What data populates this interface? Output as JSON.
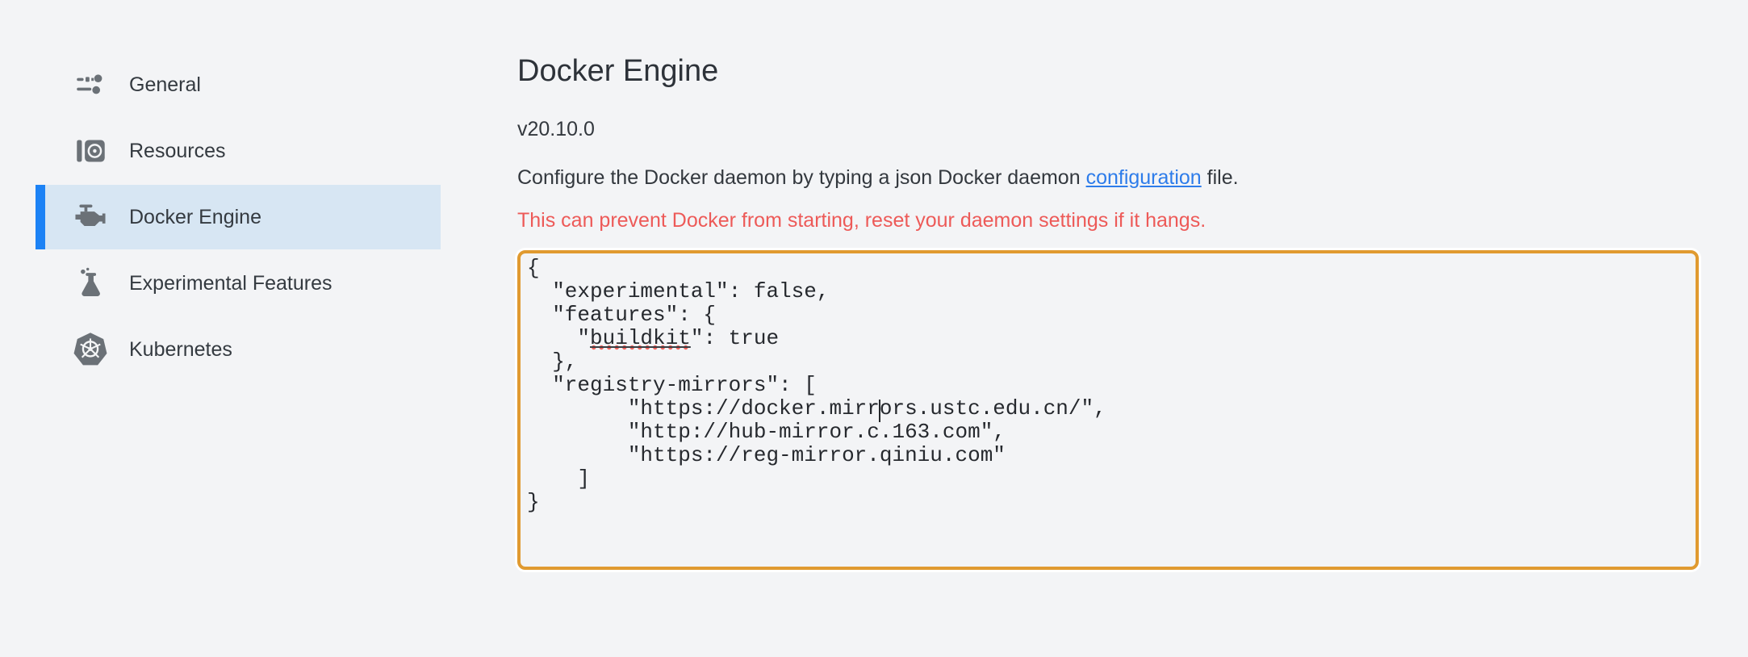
{
  "theme": {
    "bg": "#f3f4f6",
    "accent_blue": "#1c82f5",
    "highlight": "#d7e6f3",
    "icon_gray": "#6b7177",
    "link_blue": "#2d7cea",
    "warning_red": "#ed5a58",
    "editor_border": "#e09a30",
    "squiggle_red": "#f2635c"
  },
  "sidebar": {
    "items": [
      {
        "label": "General",
        "icon": "sliders-icon",
        "selected": false
      },
      {
        "label": "Resources",
        "icon": "resources-icon",
        "selected": false
      },
      {
        "label": "Docker Engine",
        "icon": "engine-icon",
        "selected": true
      },
      {
        "label": "Experimental Features",
        "icon": "flask-icon",
        "selected": false
      },
      {
        "label": "Kubernetes",
        "icon": "kubernetes-icon",
        "selected": false
      }
    ]
  },
  "main": {
    "title": "Docker Engine",
    "version": "v20.10.0",
    "description": {
      "prefix": "Configure the Docker daemon by typing a json Docker daemon ",
      "link_text": "configuration",
      "suffix": " file."
    },
    "warning": "This can prevent Docker from starting, reset your daemon settings if it hangs."
  },
  "editor": {
    "lines": [
      "{",
      "  \"experimental\": false,",
      "  \"features\": {",
      "    \"buildkit\": true",
      "  },",
      "  \"registry-mirrors\": [",
      "        \"https://docker.mirrors.ustc.edu.cn/\",",
      "        \"http://hub-mirror.c.163.com\",",
      "        \"https://reg-mirror.qiniu.com\"",
      "    ]",
      "}"
    ],
    "misspelled_word": "buildkit",
    "caret": {
      "line": 6,
      "col": 28
    }
  }
}
